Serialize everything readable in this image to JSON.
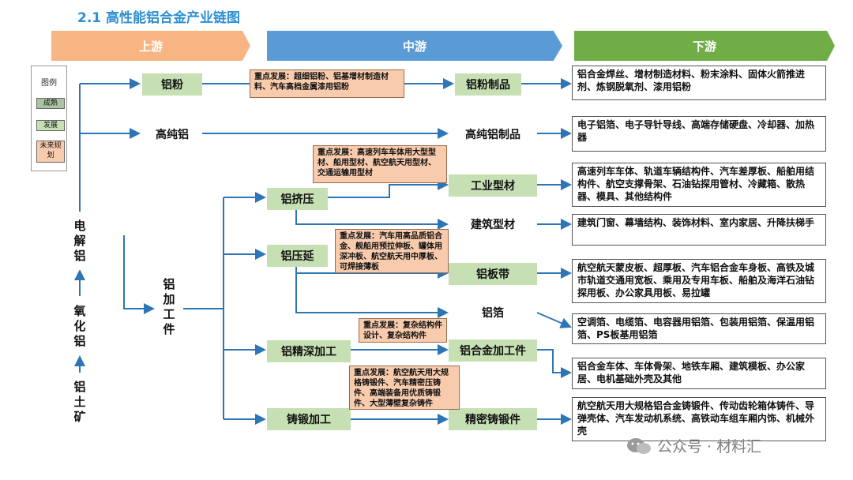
{
  "title": "2.1  高性能铝合金产业链图",
  "stages": {
    "upstream": "上游",
    "midstream": "中游",
    "downstream": "下游"
  },
  "colors": {
    "upstream": "#f8b584",
    "midstream": "#5b9bd5",
    "downstream": "#70ad47",
    "mature": "#a9c4a0",
    "develop": "#c6e0b4",
    "future": "#f8cbad",
    "line": "#2e75b6"
  },
  "legend": {
    "title": "图例",
    "mature": "成熟",
    "develop": "发展",
    "future": "未来规划"
  },
  "raw": {
    "electrolytic": "电解铝",
    "alumina": "氧化铝",
    "bauxite": "铝土矿",
    "processing": "铝加工件"
  },
  "nodes": {
    "al_powder": "铝粉",
    "high_purity": "高纯铝",
    "extrusion": "铝挤压",
    "rolling": "铝压延",
    "deep_processing": "铝精深加工",
    "casting_forging": "铸锻加工",
    "powder_products": "铝粉制品",
    "high_purity_products": "高纯铝制品",
    "industrial_profile": "工业型材",
    "building_profile": "建筑型材",
    "sheet_strip": "铝板带",
    "foil": "铝箔",
    "alloy_parts": "铝合金加工件",
    "precision_parts": "精密铸锻件"
  },
  "notes": {
    "powder": "重点发展：超细铝粉、铝基增材制造材料、汽车高档金属漆用铝粉",
    "extrusion": "重点发展：高速列车车体用大型型材、船用型材、航空航天用型材、交通运输用型材",
    "rolling": "重点发展：汽车用高品质铝合金、舰船用预拉伸板、罐体用深冲板、航空航天用中厚板、可焊接薄板",
    "deep": "重点发展：复杂结构件设计、复杂结构件",
    "casting": "重点发展：航空航天用大规格铸锻件、汽车精密压铸件、高端装备用优质铸锻件、大型薄壁复杂铸件"
  },
  "outputs": {
    "powder": "铝合金焊丝、增材制造材料、粉末涂料、固体火箭推进剂、炼钢脱氧剂、漆用铝粉",
    "high_purity": "电子铝箔、电子导针导线、高端存储硬盘、冷却器、加热器",
    "industrial": "高速列车车体、轨道车辆结构件、汽车差厚板、船舶用结构件、航空支撑骨架、石油钻探用管材、冷藏箱、散热器、模具、其他结构件",
    "building": "建筑门窗、幕墙结构、装饰材料、室内家居、升降扶梯手",
    "sheet": "航空航天蒙皮板、超厚板、汽车铝合金车身板、高铁及城市轨道交通用宽板、乘用及专用车板、船舶及海洋石油钻探用板、办公家具用板、易拉罐",
    "foil": "空调箔、电缆箔、电容器用铝箔、包装用铝箔、保温用铝箔、PS板基用铝箔",
    "alloy": "铝合金车体、车体骨架、地铁车厢、建筑模板、办公家居、电机基础外壳及其他",
    "precision": "航空航天用大规格铝合金铸锻件、传动齿轮箱体铸件、导弹壳体、汽车发动机系统、高铁动车组车厢内饰、机械外壳"
  },
  "watermark": "公众号 · 材料汇"
}
